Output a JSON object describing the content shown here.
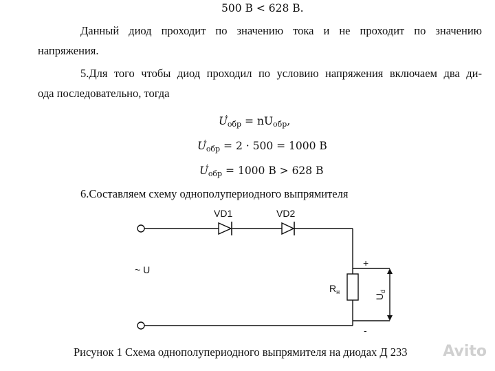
{
  "doc": {
    "top_eq": "500 В < 628 В.",
    "para1_line1": "Данный диод проходит по значению тока и не проходит по значению",
    "para1_line2": "напряжения.",
    "para2_line1": "5.Для того чтобы диод проходил по условию напряжения включаем два ди-",
    "para2_line2": "ода последовательно,  тогда",
    "eq1": {
      "lhs_var": "U",
      "lhs_sub": "обр",
      "rhs": "= nU",
      "rhs_sub": "обр",
      "tail": ","
    },
    "eq2": {
      "lhs_var": "U",
      "lhs_sub": "обр",
      "rhs": "= 2 · 500 = 1000 B"
    },
    "eq3": {
      "lhs_var": "U",
      "lhs_sub": "обр",
      "rhs": "= 1000 B > 628 B"
    },
    "para3": "6.Составляем схему однополупериодного выпрямителя",
    "caption": "Рисунок 1 Схема однополупериодного выпрямителя на диодах Д 233"
  },
  "circuit": {
    "vd1": "VD1",
    "vd2": "VD2",
    "source": "~ U",
    "plus": "+",
    "minus": "-",
    "load": "R",
    "load_sub": "н",
    "output": "U",
    "output_sub": "d"
  },
  "watermark": "Avito"
}
